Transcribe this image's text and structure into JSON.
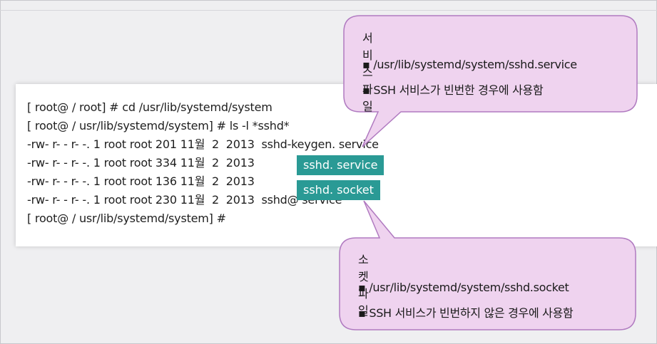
{
  "terminal": {
    "lines": [
      "[ root@ / root] # cd /usr/lib/systemd/system",
      "[ root@ / usr/lib/systemd/system] # ls -l *sshd*",
      "-rw- r- - r- -. 1 root root 201 11월  2  2013  sshd-keygen. service",
      "-rw- r- - r- -. 1 root root 334 11월  2  2013",
      "-rw- r- - r- -. 1 root root 136 11월  2  2013",
      "-rw- r- - r- -. 1 root root 230 11월  2  2013  sshd@ service",
      "[ root@ / usr/lib/systemd/system] #"
    ],
    "highlights": [
      "sshd. service",
      "sshd. socket"
    ]
  },
  "callouts": {
    "service": {
      "title": "서비스 파일",
      "items": [
        "/usr/lib/systemd/system/sshd.service",
        "SSH 서비스가 빈번한 경우에 사용함"
      ]
    },
    "socket": {
      "title": "소켓 파일",
      "items": [
        "/usr/lib/systemd/system/sshd.socket",
        "SSH 서비스가 빈번하지 않은 경우에 사용함"
      ]
    }
  },
  "colors": {
    "highlight_bg": "#2a9a95",
    "callout_fill": "#efd3ef",
    "callout_border": "#b07ac0"
  }
}
